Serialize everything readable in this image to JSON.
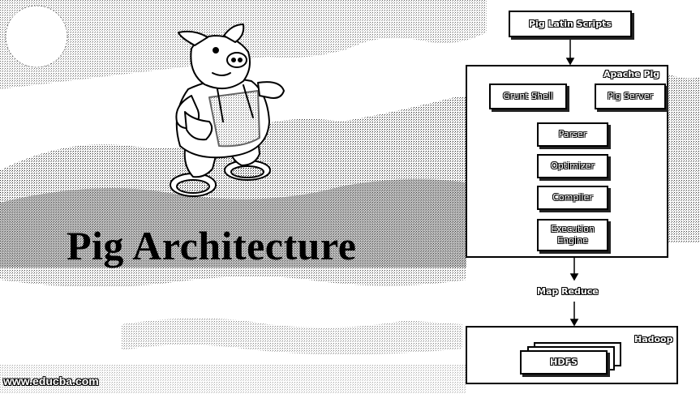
{
  "title": "Pig Architecture",
  "watermark": "www.educba.com",
  "diagram": {
    "top_node": "Pig Latin Scripts",
    "apache_pig": {
      "label": "Apache Pig",
      "clients": [
        "Grunt Shell",
        "Pig Server"
      ],
      "stages": [
        "Parser",
        "Optimizer",
        "Compiler",
        "Execution Engine"
      ]
    },
    "edge_label": "Map Reduce",
    "hadoop": {
      "label": "Hadoop",
      "storage": "HDFS"
    }
  },
  "colors": {
    "ink": "#000000",
    "paper": "#ffffff",
    "dither": "#bfbfbf"
  },
  "icons": [
    "pig-mascot-illustration"
  ]
}
